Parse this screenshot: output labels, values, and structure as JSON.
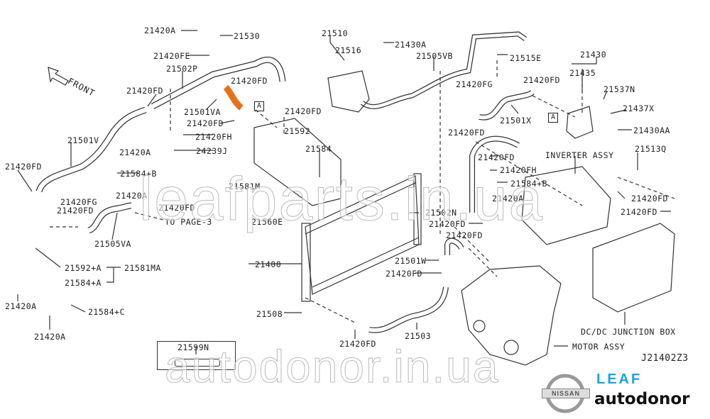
{
  "diagram_code": "J21402Z3",
  "front_label": "FRONT",
  "labels": [
    "21420A",
    "21530",
    "21420FE",
    "21502P",
    "21420FD",
    "21420FD",
    "21501VA",
    "21420FD",
    "21420FD",
    "21420FH",
    "21592",
    "21420A",
    "24239J",
    "21584",
    "21501V",
    "21420FD",
    "21584+B",
    "21420A",
    "21420FG",
    "21420FD",
    "21420FD",
    "21581M",
    "TO PAGE-3",
    "21560E",
    "21505VA",
    "21592+A",
    "21581MA",
    "21584+A",
    "21420A",
    "21584+C",
    "21420A",
    "21400",
    "21508",
    "21599N",
    "21420FD",
    "21503",
    "21510",
    "21516",
    "21430A",
    "21505VB",
    "21515E",
    "21430",
    "21435",
    "21420FG",
    "21420FD",
    "21537N",
    "21437X",
    "21501X",
    "21420FD",
    "21430AA",
    "21420FD",
    "INVERTER ASSY",
    "21513Q",
    "21420FH",
    "21584+B",
    "21420A",
    "21420FD",
    "21420FD",
    "21502N",
    "21420FD",
    "21420FD",
    "21501W",
    "21420FD",
    "DC/DC JUNCTION BOX",
    "MOTOR ASSY"
  ],
  "ref_marker": "A",
  "highlight_color": "#e8701a",
  "brand": {
    "logo_text": "NISSAN",
    "model": "LEAF",
    "site": "autodonor",
    "model_color": "#1aa3e0"
  },
  "watermarks": [
    "leafparts.in.ua",
    "autodonor.in.ua"
  ]
}
